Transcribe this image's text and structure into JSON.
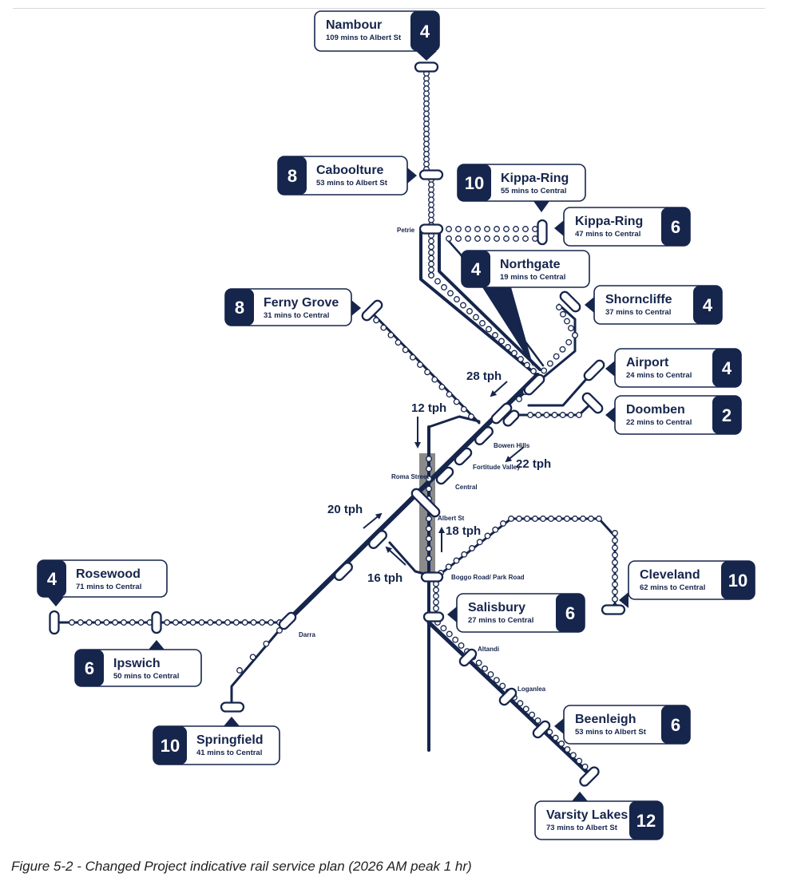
{
  "callouts": [
    {
      "id": "nambour",
      "name": "Nambour",
      "sub": "109 mins to Albert St",
      "num": "4"
    },
    {
      "id": "caboolture",
      "name": "Caboolture",
      "sub": "53 mins to Albert St",
      "num": "8"
    },
    {
      "id": "kippa-ring-10",
      "name": "Kippa-Ring",
      "sub": "55 mins to Central",
      "num": "10"
    },
    {
      "id": "kippa-ring-6",
      "name": "Kippa-Ring",
      "sub": "47 mins to Central",
      "num": "6"
    },
    {
      "id": "northgate",
      "name": "Northgate",
      "sub": "19 mins to Central",
      "num": "4"
    },
    {
      "id": "ferny-grove",
      "name": "Ferny Grove",
      "sub": "31 mins to Central",
      "num": "8"
    },
    {
      "id": "shorncliffe",
      "name": "Shorncliffe",
      "sub": "37 mins to Central",
      "num": "4"
    },
    {
      "id": "airport",
      "name": "Airport",
      "sub": "24 mins to Central",
      "num": "4"
    },
    {
      "id": "doomben",
      "name": "Doomben",
      "sub": "22 mins to Central",
      "num": "2"
    },
    {
      "id": "rosewood",
      "name": "Rosewood",
      "sub": "71 mins to Central",
      "num": "4"
    },
    {
      "id": "ipswich",
      "name": "Ipswich",
      "sub": "50 mins to Central",
      "num": "6"
    },
    {
      "id": "cleveland",
      "name": "Cleveland",
      "sub": "62 mins to Central",
      "num": "10"
    },
    {
      "id": "salisbury",
      "name": "Salisbury",
      "sub": "27 mins to Central",
      "num": "6"
    },
    {
      "id": "beenleigh",
      "name": "Beenleigh",
      "sub": "53 mins to Albert St",
      "num": "6"
    },
    {
      "id": "springfield",
      "name": "Springfield",
      "sub": "41 mins to Central",
      "num": "10"
    },
    {
      "id": "varsity-lakes",
      "name": "Varsity Lakes",
      "sub": "73 mins to Albert St",
      "num": "12"
    }
  ],
  "stations": {
    "petrie": "Petrie",
    "bowen_hills": "Bowen Hills",
    "fortitude_valley": "Fortitude Valley",
    "roma_street": "Roma Street",
    "central": "Central",
    "albert_st": "Albert St",
    "boggo_road": "Boggo Road/ Park Road",
    "darra": "Darra",
    "altandi": "Altandi",
    "loganlea": "Loganlea"
  },
  "frequencies": {
    "tph_28": "28 tph",
    "tph_12": "12 tph",
    "tph_22": "22 tph",
    "tph_20": "20 tph",
    "tph_18": "18 tph",
    "tph_16": "16 tph"
  },
  "caption": "Figure 5-2 - Changed Project indicative rail service plan (2026 AM peak 1 hr)",
  "colors": {
    "navy": "#16254c",
    "tunnel": "#8a8a8a",
    "white": "#ffffff"
  }
}
